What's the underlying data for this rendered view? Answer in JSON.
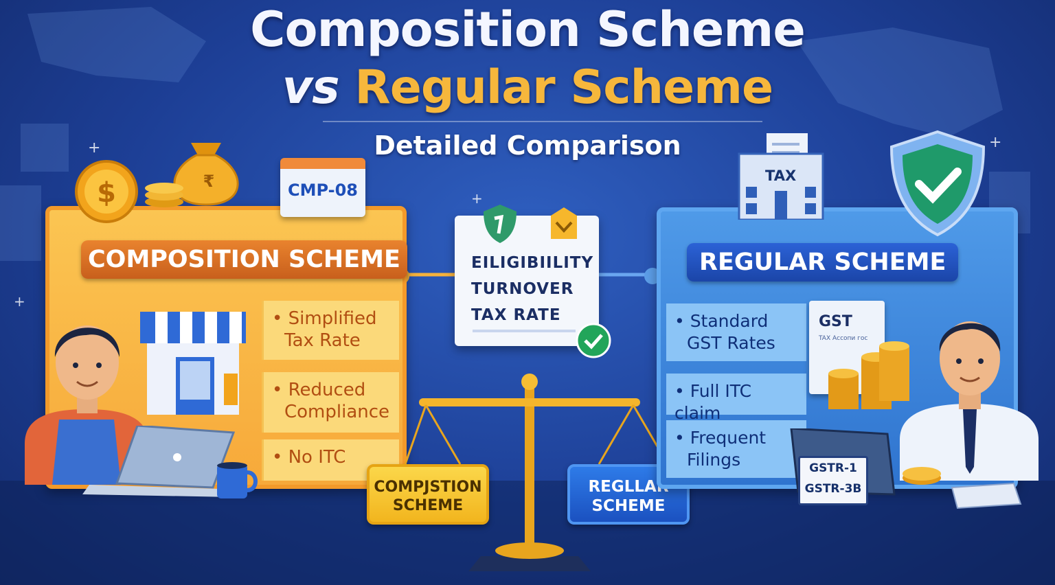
{
  "header": {
    "title_line1": "Composition Scheme",
    "title_vs": "vs",
    "title_regular": "Regular Scheme",
    "subtitle": "Detailed Comparison"
  },
  "left_panel": {
    "badge": "COMPOSITION SCHEME",
    "tag": "CMP-08",
    "features": [
      "• Simplified\nTax Rate",
      "• Reduced\nCompliance",
      "• No ITC"
    ],
    "feature_1a": "• Simplified",
    "feature_1b": "Tax Rate",
    "feature_2a": "• Reduced",
    "feature_2b": "Compliance",
    "feature_3": "• No ITC"
  },
  "right_panel": {
    "badge": "REGULAR SCHEME",
    "tax_label": "TAX",
    "gst_title": "GST",
    "gst_sub": "TAX Ассопи гос",
    "feature_1a": "• Standard",
    "feature_1b": "GST Rates",
    "feature_2": "• Full ITC claim",
    "feature_3a": "• Frequent",
    "feature_3b": "Filings",
    "gstr_1": "GSTR-1",
    "gstr_3b": "GSTR-3B"
  },
  "center_card": {
    "line1": "EILIGIBIILITY",
    "line2": "TURNOVER",
    "line3": "TAX  RATE"
  },
  "scale": {
    "left_line1": "COMPJSTION",
    "left_line2": "SCHEME",
    "right_line1": "REGLLAR",
    "right_line2": "SCHEME"
  },
  "colors": {
    "background": "#1d3f96",
    "composition_accent": "#f7a93a",
    "regular_accent": "#2f74cf",
    "title_highlight": "#f6b73c"
  },
  "icons": [
    "money-bag-icon",
    "coin-icon",
    "calendar-icon",
    "shop-icon",
    "laptop-icon",
    "mug-icon",
    "scale-icon",
    "shield-check-icon",
    "tax-building-icon",
    "coin-stack-icon",
    "checkmark-icon"
  ]
}
